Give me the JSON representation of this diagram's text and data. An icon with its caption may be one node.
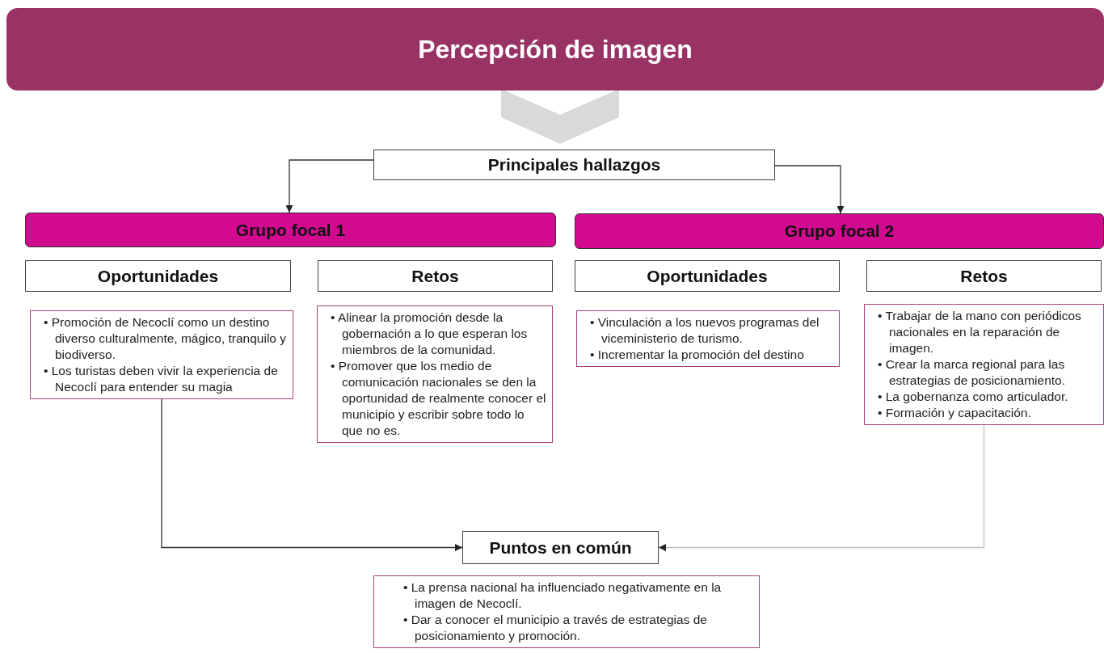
{
  "diagram": {
    "nodes": [
      {
        "text": [
          "Percepción de imagen"
        ]
      },
      {
        "text": [
          "Principales hallazgos"
        ]
      },
      {
        "text": [
          "Grupo focal 1"
        ]
      },
      {
        "text": [
          "Grupo focal 2"
        ]
      },
      {
        "text": [
          "Oportunidades"
        ]
      },
      {
        "text": [
          "Retos"
        ]
      },
      {
        "text": [
          "Oportunidades"
        ]
      },
      {
        "text": [
          "Retos"
        ]
      },
      {
        "text": [
          "• Promoción de Necoclí como un destino diverso culturalmente, mágico, tranquilo y biodiverso.",
          "• Los turistas deben vivir la experiencia de Necoclí para entender su magia"
        ]
      },
      {
        "text": [
          "• Alinear la promoción desde la gobernación a lo que esperan los miembros de la comunidad.",
          "• Promover que los medio de comunicación nacionales se den la oportunidad de realmente conocer el municipio y escribir sobre todo lo que no es."
        ]
      },
      {
        "text": [
          "• Vinculación a los nuevos programas del viceministerio de turismo.",
          "• Incrementar la promoción del destino"
        ]
      },
      {
        "text": [
          "• Trabajar de la mano con periódicos nacionales en la reparación de imagen.",
          "• Crear la marca regional para las estrategias de posicionamiento.",
          "• La gobernanza como articulador.",
          "• Formación y capacitación."
        ]
      },
      {
        "text": [
          "Puntos en común"
        ]
      },
      {
        "text": [
          "• La prensa nacional ha influenciado negativamente en la imagen de Necoclí.",
          "• Dar a conocer el municipio a través de estrategias de posicionamiento y promoción."
        ]
      }
    ],
    "edges": [
      {
        "from": 0,
        "to": 1,
        "arrow": "to",
        "style": "thick",
        "color": "#d9d9d9"
      },
      {
        "from": 1,
        "to": 2,
        "arrow": "to"
      },
      {
        "from": 1,
        "to": 3,
        "arrow": "to"
      },
      {
        "from": 8,
        "to": 12,
        "arrow": "to"
      },
      {
        "from": 11,
        "to": 12,
        "arrow": "to",
        "color": "#bfbfbf"
      }
    ]
  }
}
